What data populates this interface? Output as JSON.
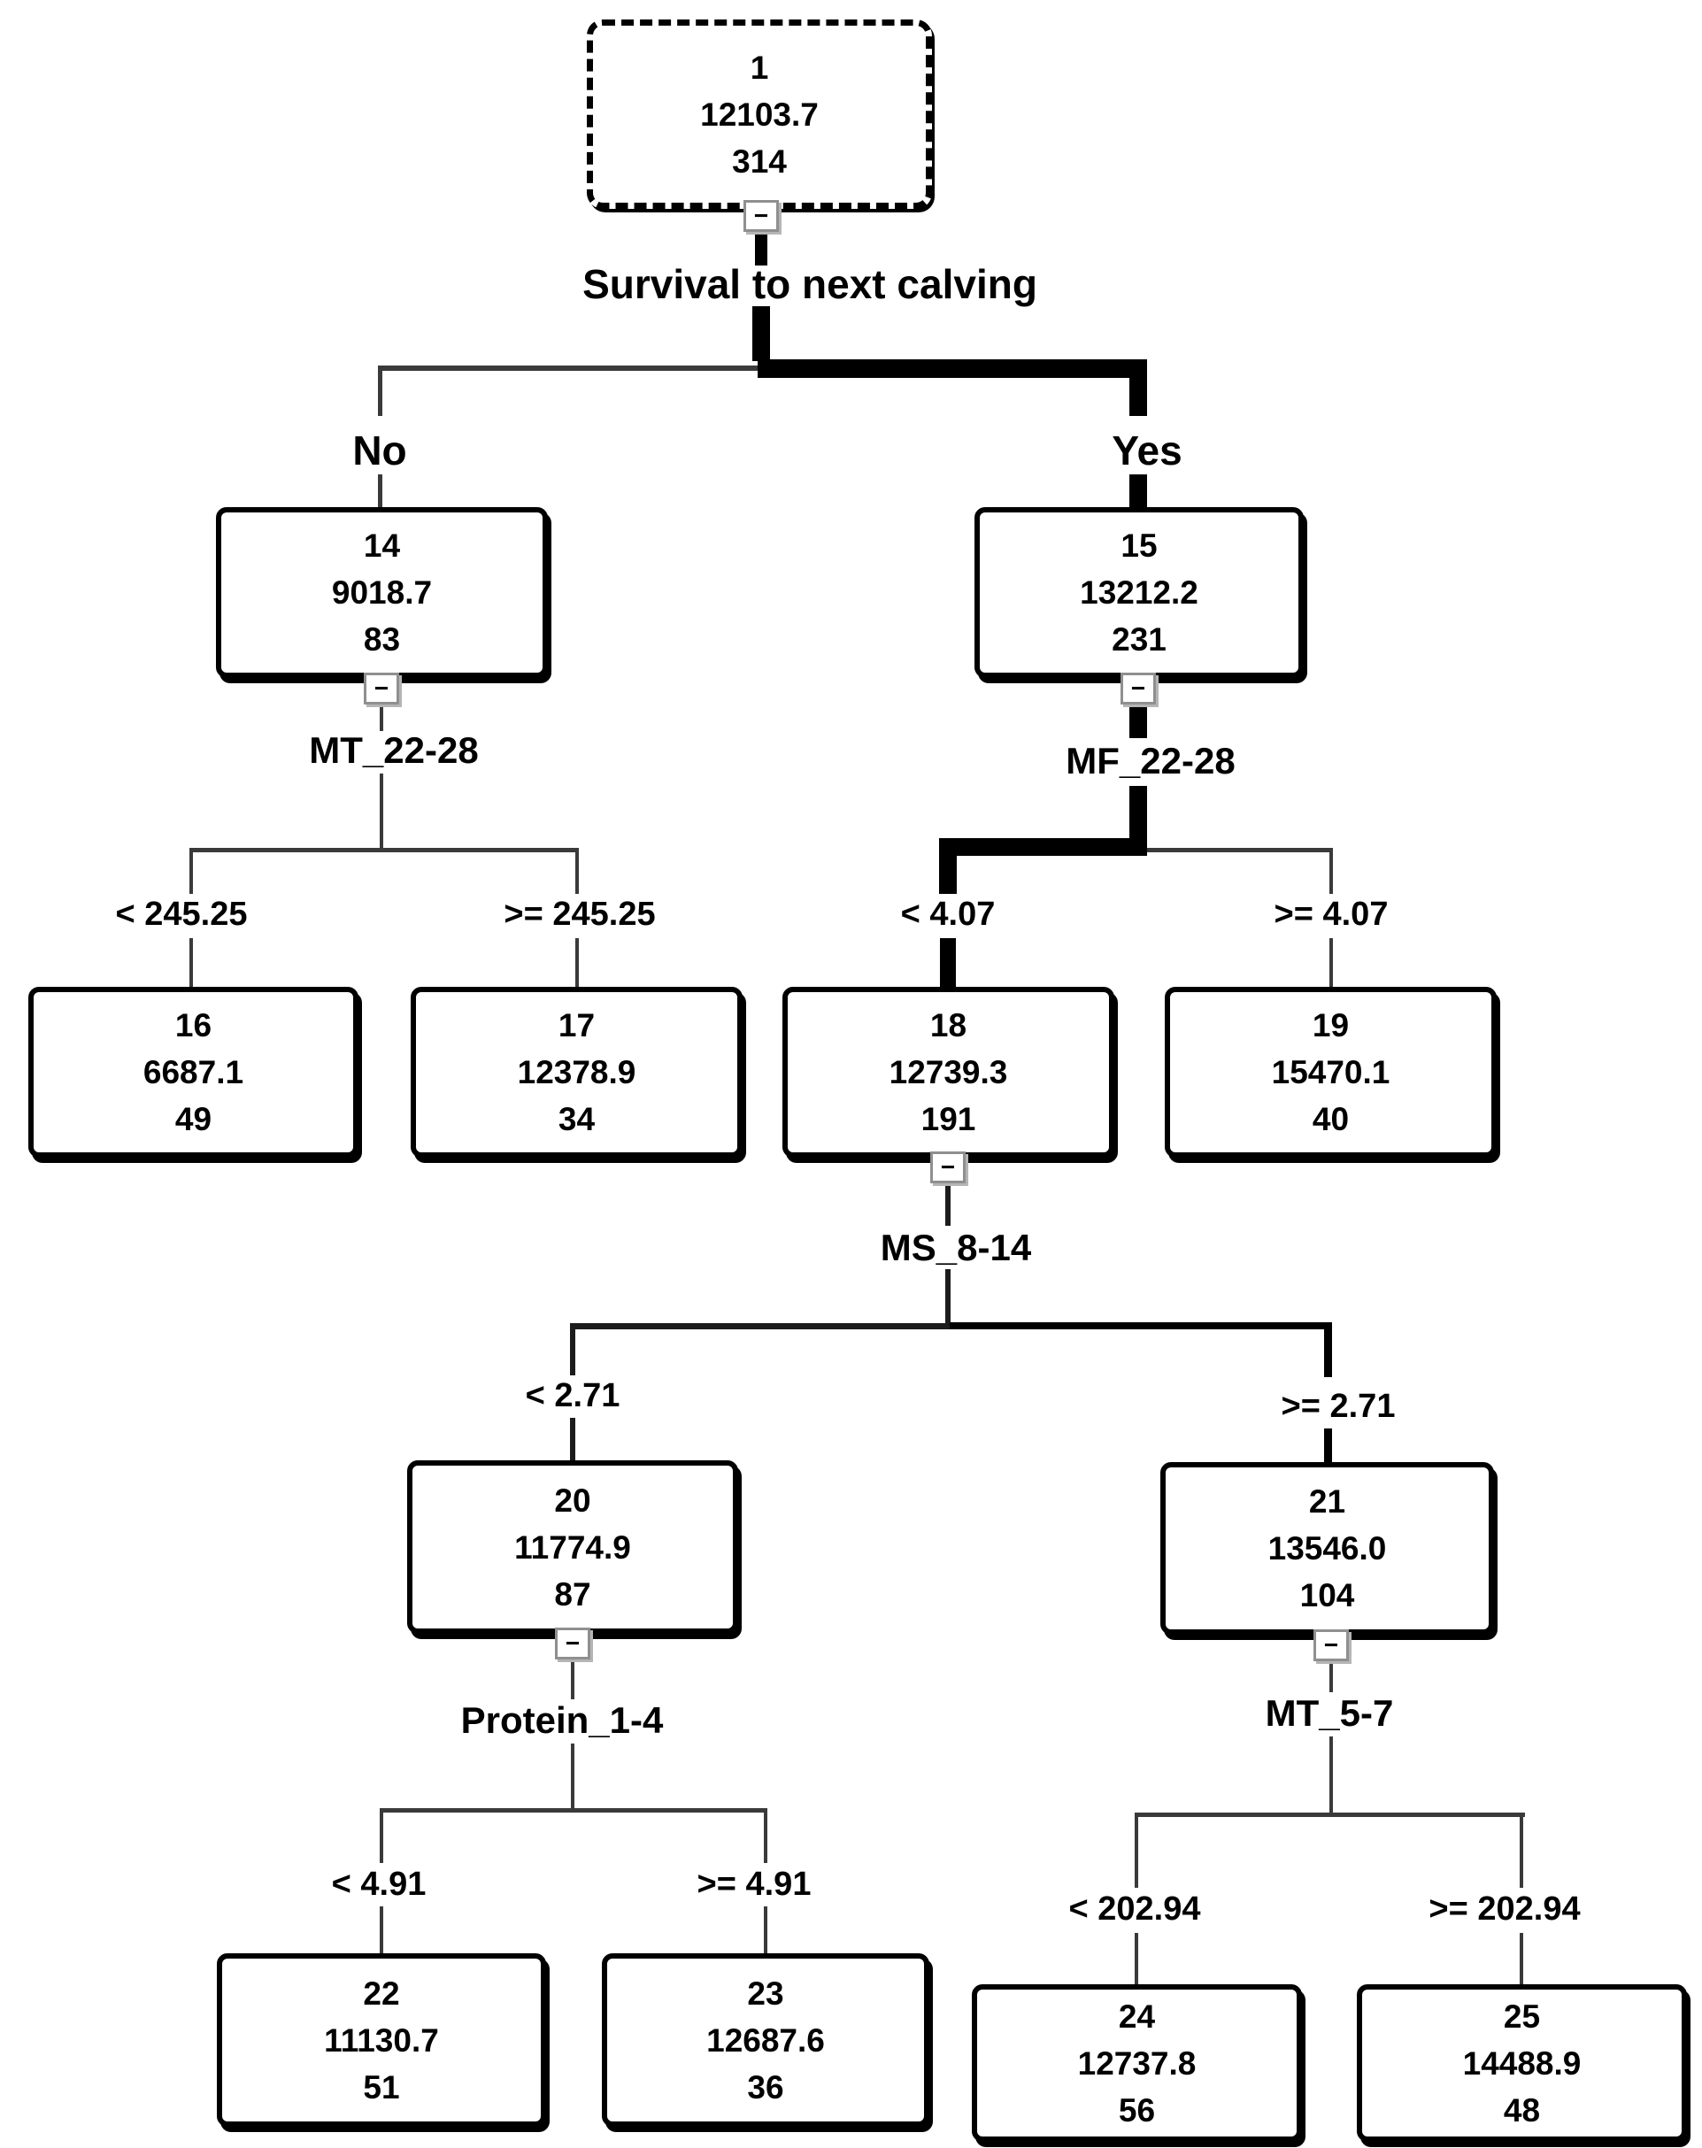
{
  "diagram_type": "decision-tree",
  "title": "Survival to next calving",
  "collapse_glyph": "−",
  "colors": {
    "background": "#ffffff",
    "node_fill": "#ffffff",
    "node_border": "#000000",
    "edge_thick": "#000000",
    "edge_thin": "#3a3a3a",
    "text": "#000000",
    "minus_border": "#8f8f8f"
  },
  "nodes": {
    "n1": {
      "id": "1",
      "value": "12103.7",
      "n": "314"
    },
    "n14": {
      "id": "14",
      "value": "9018.7",
      "n": "83"
    },
    "n15": {
      "id": "15",
      "value": "13212.2",
      "n": "231"
    },
    "n16": {
      "id": "16",
      "value": "6687.1",
      "n": "49"
    },
    "n17": {
      "id": "17",
      "value": "12378.9",
      "n": "34"
    },
    "n18": {
      "id": "18",
      "value": "12739.3",
      "n": "191"
    },
    "n19": {
      "id": "19",
      "value": "15470.1",
      "n": "40"
    },
    "n20": {
      "id": "20",
      "value": "11774.9",
      "n": "87"
    },
    "n21": {
      "id": "21",
      "value": "13546.0",
      "n": "104"
    },
    "n22": {
      "id": "22",
      "value": "11130.7",
      "n": "51"
    },
    "n23": {
      "id": "23",
      "value": "12687.6",
      "n": "36"
    },
    "n24": {
      "id": "24",
      "value": "12737.8",
      "n": "56"
    },
    "n25": {
      "id": "25",
      "value": "14488.9",
      "n": "48"
    }
  },
  "splits": {
    "root": {
      "variable": "Survival to next calving",
      "left_label": "No",
      "right_label": "Yes"
    },
    "s14": {
      "variable": "MT_22-28",
      "left_label": "< 245.25",
      "right_label": ">= 245.25"
    },
    "s15": {
      "variable": "MF_22-28",
      "left_label": "< 4.07",
      "right_label": ">= 4.07"
    },
    "s18": {
      "variable": "MS_8-14",
      "left_label": "< 2.71",
      "right_label": ">= 2.71"
    },
    "s20": {
      "variable": "Protein_1-4",
      "left_label": "< 4.91",
      "right_label": ">= 4.91"
    },
    "s21": {
      "variable": "MT_5-7",
      "left_label": "< 202.94",
      "right_label": ">= 202.94"
    }
  }
}
